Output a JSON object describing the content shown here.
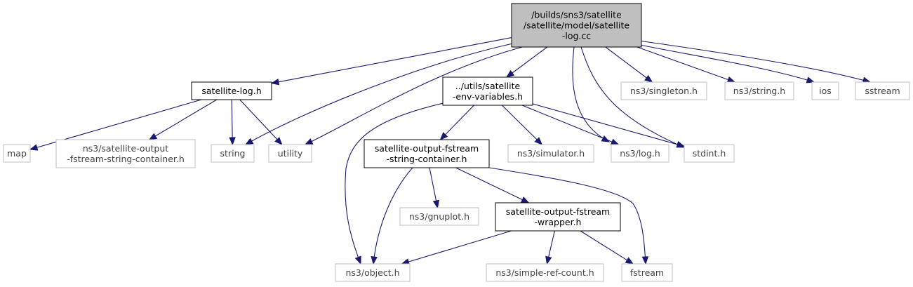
{
  "colors": {
    "edge": "#191970",
    "root_fill": "#bfbfbf",
    "documented_border": "#000000",
    "external_border": "#bfbfbf",
    "external_text": "#444444"
  },
  "nodes": [
    {
      "id": "root",
      "lines": [
        "/builds/sns3/satellite",
        "/satellite/model/satellite",
        "-log.cc"
      ],
      "kind": "root"
    },
    {
      "id": "satlog_h",
      "lines": [
        "satellite-log.h"
      ],
      "kind": "documented"
    },
    {
      "id": "utils_env",
      "lines": [
        "../utils/satellite",
        "-env-variables.h"
      ],
      "kind": "documented"
    },
    {
      "id": "singleton",
      "lines": [
        "ns3/singleton.h"
      ],
      "kind": "external"
    },
    {
      "id": "ns3string",
      "lines": [
        "ns3/string.h"
      ],
      "kind": "external"
    },
    {
      "id": "ios",
      "lines": [
        "ios"
      ],
      "kind": "external"
    },
    {
      "id": "sstream",
      "lines": [
        "sstream"
      ],
      "kind": "external"
    },
    {
      "id": "map",
      "lines": [
        "map"
      ],
      "kind": "external"
    },
    {
      "id": "sat_out_ext",
      "lines": [
        "ns3/satellite-output",
        "-fstream-string-container.h"
      ],
      "kind": "external"
    },
    {
      "id": "string",
      "lines": [
        "string"
      ],
      "kind": "external"
    },
    {
      "id": "utility",
      "lines": [
        "utility"
      ],
      "kind": "external"
    },
    {
      "id": "sat_out_container",
      "lines": [
        "satellite-output-fstream",
        "-string-container.h"
      ],
      "kind": "documented"
    },
    {
      "id": "simulator",
      "lines": [
        "ns3/simulator.h"
      ],
      "kind": "external"
    },
    {
      "id": "log",
      "lines": [
        "ns3/log.h"
      ],
      "kind": "external"
    },
    {
      "id": "stdint",
      "lines": [
        "stdint.h"
      ],
      "kind": "external"
    },
    {
      "id": "gnuplot",
      "lines": [
        "ns3/gnuplot.h"
      ],
      "kind": "external"
    },
    {
      "id": "sat_out_wrapper",
      "lines": [
        "satellite-output-fstream",
        "-wrapper.h"
      ],
      "kind": "documented"
    },
    {
      "id": "object",
      "lines": [
        "ns3/object.h"
      ],
      "kind": "external"
    },
    {
      "id": "simple_ref",
      "lines": [
        "ns3/simple-ref-count.h"
      ],
      "kind": "external"
    },
    {
      "id": "fstream",
      "lines": [
        "fstream"
      ],
      "kind": "external"
    }
  ],
  "edges": [
    [
      "root",
      "satlog_h"
    ],
    [
      "root",
      "string"
    ],
    [
      "root",
      "utility"
    ],
    [
      "root",
      "utils_env"
    ],
    [
      "root",
      "log"
    ],
    [
      "root",
      "stdint"
    ],
    [
      "root",
      "singleton"
    ],
    [
      "root",
      "ns3string"
    ],
    [
      "root",
      "ios"
    ],
    [
      "root",
      "sstream"
    ],
    [
      "satlog_h",
      "map"
    ],
    [
      "satlog_h",
      "sat_out_ext"
    ],
    [
      "satlog_h",
      "string"
    ],
    [
      "satlog_h",
      "utility"
    ],
    [
      "utils_env",
      "object"
    ],
    [
      "utils_env",
      "sat_out_container"
    ],
    [
      "utils_env",
      "simulator"
    ],
    [
      "utils_env",
      "log"
    ],
    [
      "utils_env",
      "stdint"
    ],
    [
      "sat_out_container",
      "object"
    ],
    [
      "sat_out_container",
      "gnuplot"
    ],
    [
      "sat_out_container",
      "sat_out_wrapper"
    ],
    [
      "sat_out_container",
      "fstream"
    ],
    [
      "sat_out_wrapper",
      "object"
    ],
    [
      "sat_out_wrapper",
      "simple_ref"
    ],
    [
      "sat_out_wrapper",
      "fstream"
    ]
  ]
}
